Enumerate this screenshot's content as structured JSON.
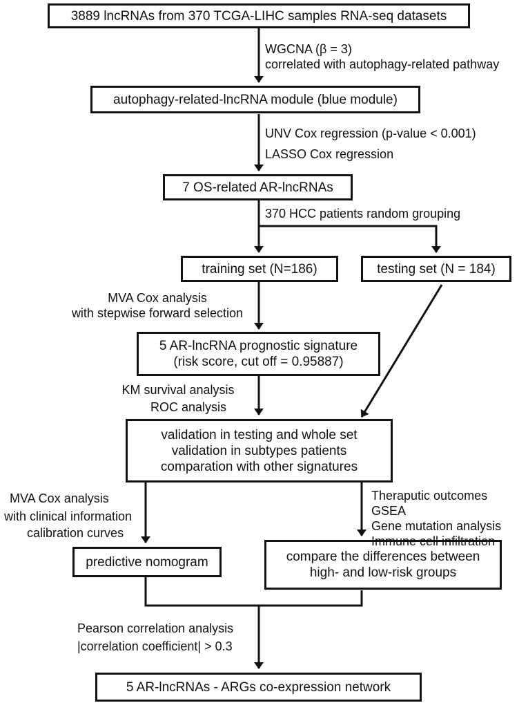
{
  "boxes": {
    "source": "3889 lncRNAs from 370 TCGA-LIHC samples RNA-seq datasets",
    "module": "autophagy-related-lncRNA module (blue module)",
    "os_related": "7 OS-related AR-lncRNAs",
    "training": "training set (N=186)",
    "testing": "testing set (N = 184)",
    "signature": [
      "5 AR-lncRNA prognostic signature",
      "(risk score, cut off = 0.95887)"
    ],
    "validation": [
      "validation in testing and whole set",
      "validation in subtypes patients",
      "comparation with other signatures"
    ],
    "nomogram": "predictive nomogram",
    "compare": [
      "compare the differences between",
      "high- and low-risk groups"
    ],
    "network": "5 AR-lncRNAs - ARGs co-expression network"
  },
  "labels": {
    "wgcna": [
      "WGCNA (β = 3)",
      "correlated with autophagy-related pathway"
    ],
    "cox": [
      "UNV Cox regression (p-value < 0.001)",
      "LASSO Cox regression"
    ],
    "grouping": "370 HCC patients random grouping",
    "mva_stepwise": [
      "MVA Cox analysis",
      "with stepwise forward selection"
    ],
    "km_roc": [
      "KM survival analysis",
      "ROC analysis"
    ],
    "mva_clinical": [
      "MVA Cox analysis",
      "with clinical information"
    ],
    "calibration": "calibration curves",
    "outcomes": [
      "Theraputic outcomes",
      "GSEA",
      "Gene mutation analysis",
      "Immune cell infiltration"
    ],
    "pearson": [
      "Pearson correlation analysis",
      "|correlation coefficient| > 0.3"
    ]
  }
}
